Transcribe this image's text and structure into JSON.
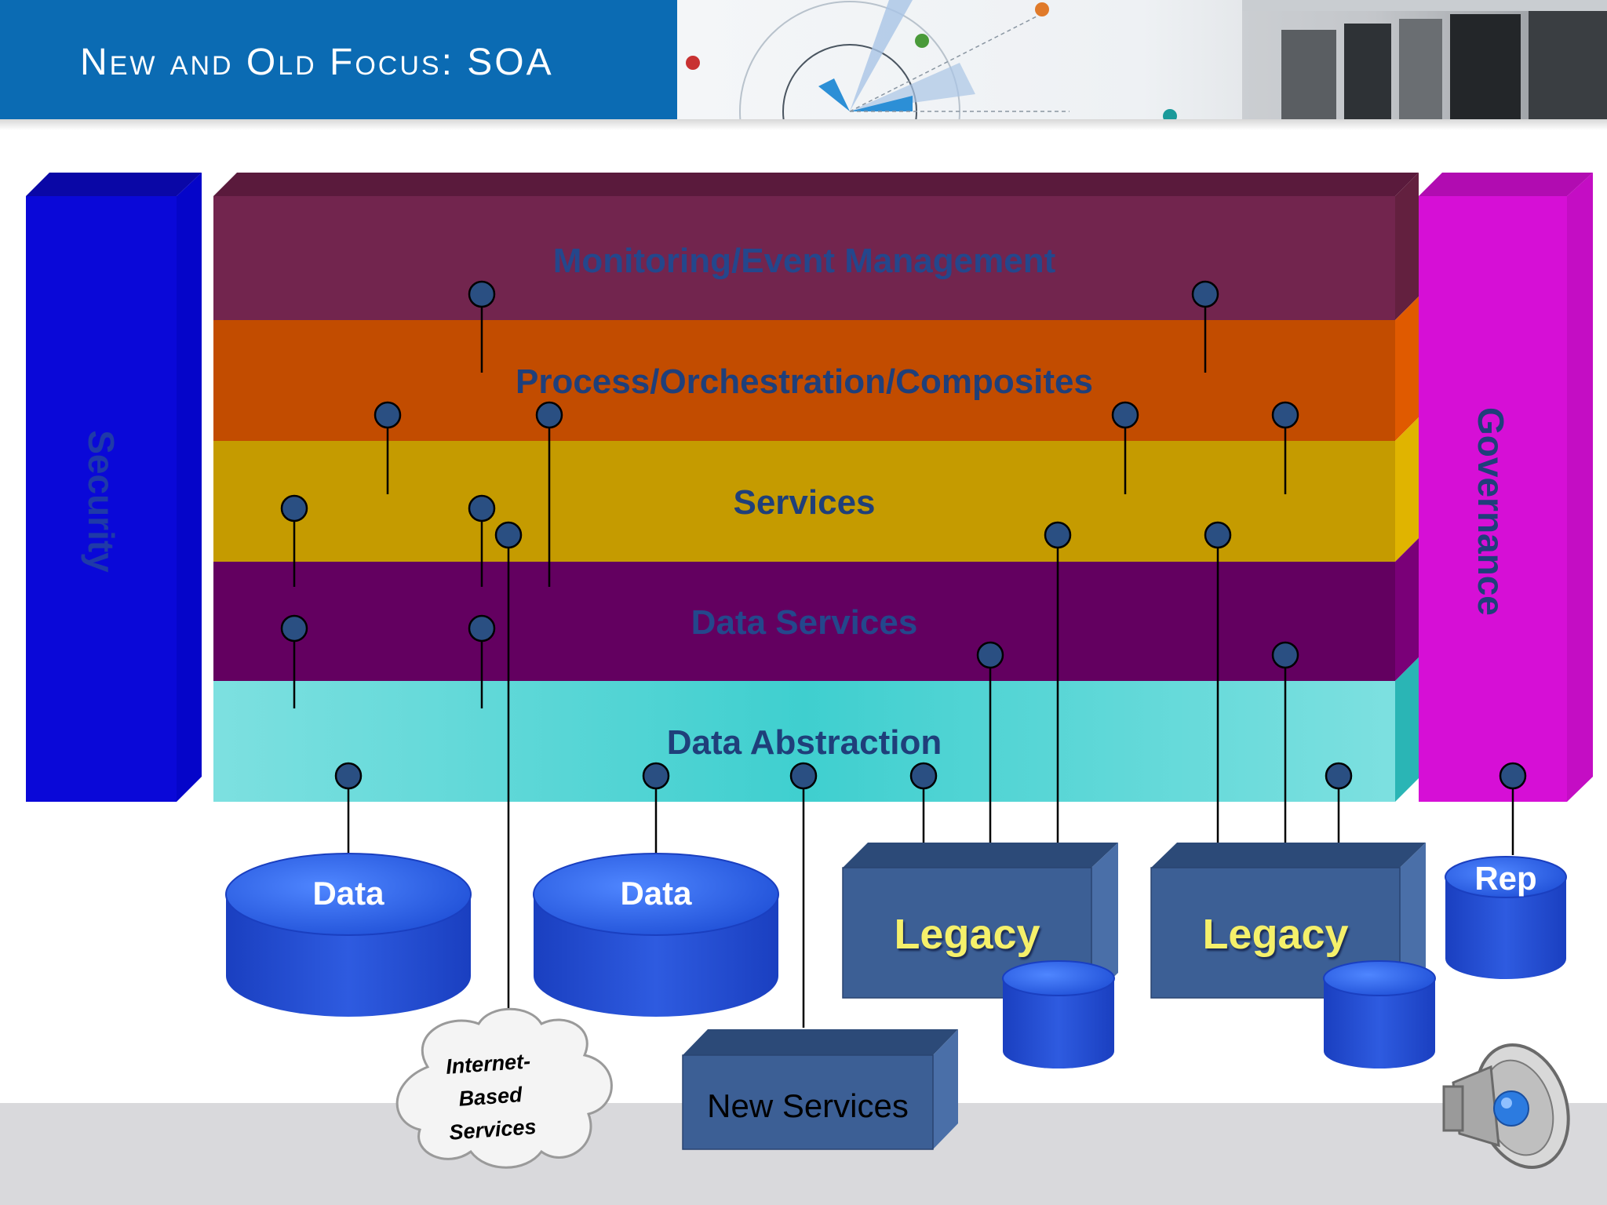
{
  "slide": {
    "title": "New and Old Focus: SOA"
  },
  "layers": {
    "monitoring": "Monitoring/Event Management",
    "process": "Process/Orchestration/Composites",
    "services": "Services",
    "data_services": "Data Services",
    "data_abstraction": "Data Abstraction"
  },
  "side_panels": {
    "security": "Security",
    "governance": "Governance"
  },
  "sources": {
    "data_1": "Data",
    "data_2": "Data",
    "legacy_1": "Legacy",
    "legacy_2": "Legacy",
    "rep": "Rep",
    "new_services": "New Services",
    "internet_line_1": "Internet-",
    "internet_line_2": "Based",
    "internet_line_3": "Services"
  },
  "icons": {
    "speaker": "speaker-icon",
    "connector": "connector-pin-icon"
  },
  "colors": {
    "title_bar": "#0B6BB3",
    "security": "#0A08D8",
    "governance": "#D60FD6",
    "monitoring": "#72254E",
    "process": "#C24C00",
    "services": "#C59B00",
    "data_services": "#630060",
    "data_abstraction": "#4FD3D3",
    "database": "#2E5BE0",
    "legacy": "#3C5F95",
    "legacy_text": "#F5F06A",
    "label_text": "#1F3F7A"
  }
}
